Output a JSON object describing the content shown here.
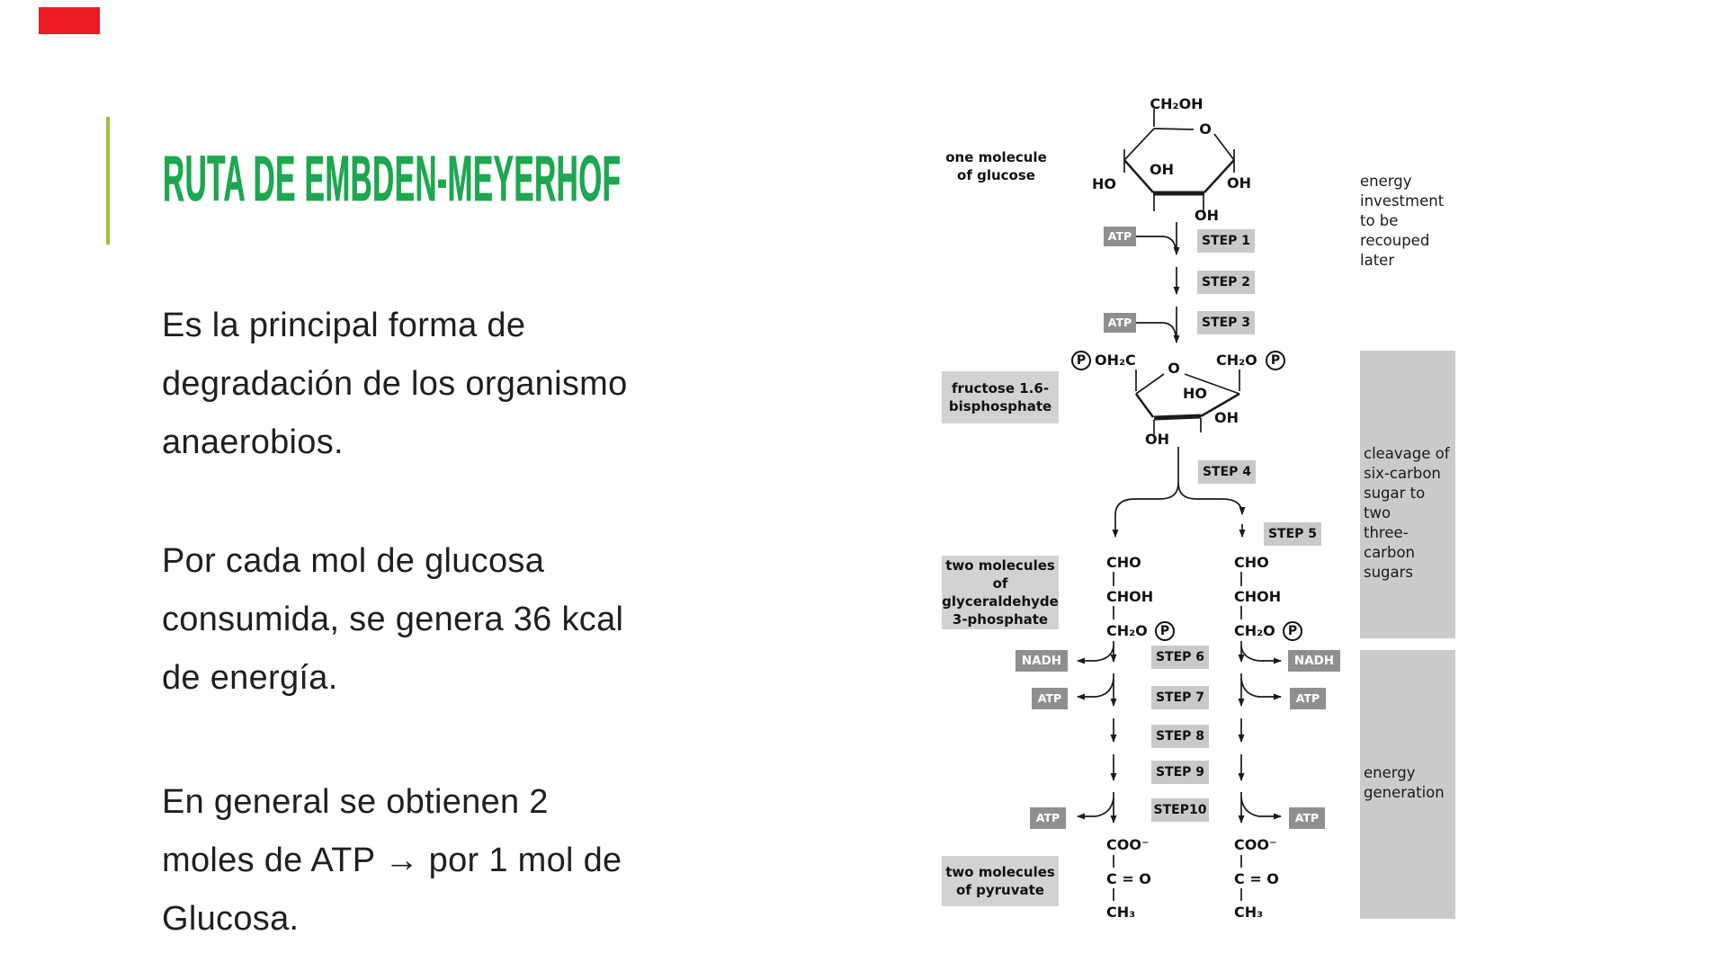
{
  "slide": {
    "title": "RUTA DE EMBDEN-MEYERHOF",
    "paragraph1": "Es la principal forma de degradación de los organismo anaerobios.",
    "paragraph2": "Por cada mol de glucosa consumida, se genera 36 kcal de energía.",
    "paragraph3": "En general se obtienen 2 moles de ATP → por 1 mol de Glucosa.",
    "accent_green": "#1CA750",
    "accent_lime": "#A0C23F",
    "accent_red": "#EC1C24"
  },
  "diagram": {
    "glucose_label": "one molecule\nof glucose",
    "fructose_label": "fructose 1.6-\nbisphosphate",
    "g3p_label": "two molecules of\nglyceraldehyde\n3-phosphate",
    "pyruvate_label": "two molecules\nof pyruvate",
    "steps": {
      "s1": "STEP 1",
      "s2": "STEP 2",
      "s3": "STEP 3",
      "s4": "STEP 4",
      "s5": "STEP 5",
      "s6": "STEP 6",
      "s7": "STEP 7",
      "s8": "STEP 8",
      "s9": "STEP 9",
      "s10": "STEP10"
    },
    "atp": "ATP",
    "nadh": "NADH",
    "chem": {
      "ch2oh": "CH₂OH",
      "o": "O",
      "oh": "OH",
      "ho": "HO",
      "p": "P",
      "oh2c": "OH₂C",
      "ch2o": "CH₂O",
      "cho": "CHO",
      "choh": "CHOH",
      "coo": "COO⁻",
      "c_o": "C = O",
      "ch3": "CH₃"
    },
    "sidebar": {
      "investment": "energy\ninvestment\nto be\nrecouped\nlater",
      "cleavage": "cleavage of\nsix-carbon\nsugar to two\nthree-carbon\nsugars",
      "generation": "energy\ngeneration"
    }
  }
}
